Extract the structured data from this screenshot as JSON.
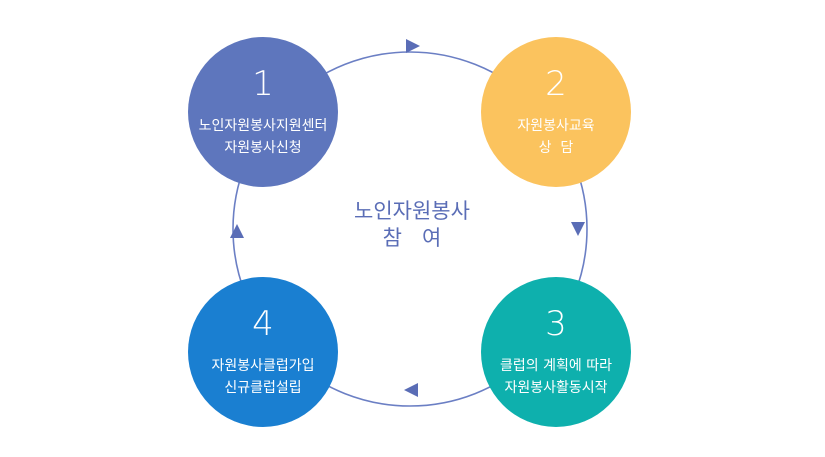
{
  "colors": {
    "ring": "#6b7fc4",
    "step1": "#5e76bd",
    "step2": "#fbc35e",
    "step3": "#0eb0ad",
    "step4": "#1a7fd1",
    "center_text": "#5a6db6"
  },
  "center": {
    "line1": "노인자원봉사",
    "line2": "참   여"
  },
  "steps": [
    {
      "number": "1",
      "line1": "노인자원봉사지원센터",
      "line2": "자원봉사신청"
    },
    {
      "number": "2",
      "line1": "자원봉사교육",
      "line2": "상  담"
    },
    {
      "number": "3",
      "line1": "클럽의 계획에 따라",
      "line2": "자원봉사활동시작"
    },
    {
      "number": "4",
      "line1": "자원봉사클럽가입",
      "line2": "신규클럽설립"
    }
  ]
}
